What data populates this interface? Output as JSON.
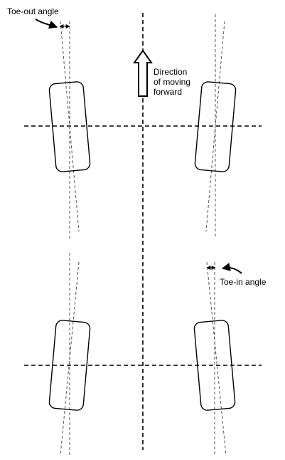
{
  "labels": {
    "toe_out": "Toe-out angle",
    "toe_in": "Toe-in angle",
    "direction_line1": "Direction",
    "direction_line2": "of moving",
    "direction_line3": "forward"
  },
  "colors": {
    "stroke": "#000000",
    "guide": "#555555",
    "background": "#ffffff"
  }
}
